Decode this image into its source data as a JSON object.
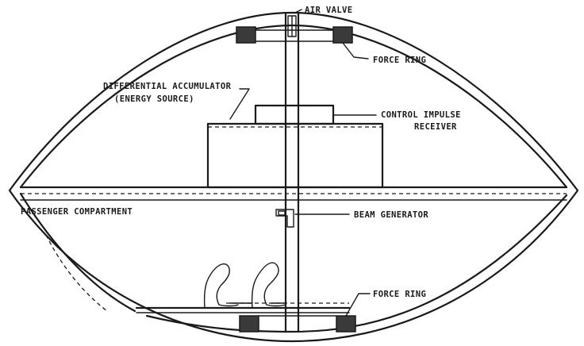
{
  "labels": {
    "air_valve": "AIR VALVE",
    "force_ring_top": "FORCE RING",
    "differential_accumulator": "DIFFERENTIAL ACCUMULATOR",
    "energy_source": "(ENERGY SOURCE)",
    "control_impulse": "CONTROL IMPULSE",
    "receiver": "RECEIVER",
    "passenger_compartment": "PASSENGER COMPARTMENT",
    "beam_generator": "BEAM GENERATOR",
    "force_ring_bottom": "FORCE RING"
  },
  "colors": {
    "ink": "#1a1a1a",
    "fill": "#3a3a3a",
    "paper": "#ffffff"
  }
}
